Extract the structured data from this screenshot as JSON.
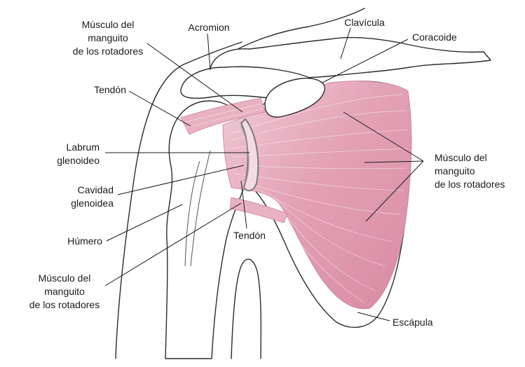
{
  "labels": {
    "rotator_cuff_top": [
      "Músculo del",
      "manguito",
      "de los rotadores"
    ],
    "acromion": "Acromion",
    "clavicle": "Clavícula",
    "coracoid": "Coracoide",
    "tendon_upper": "Tendón",
    "labrum": [
      "Labrum",
      "glenoideo"
    ],
    "glenoid_cavity": [
      "Cavidad",
      "glenoidea"
    ],
    "humerus": "Húmero",
    "rotator_cuff_bottom": [
      "Músculo del",
      "manguito",
      "de los rotadores"
    ],
    "tendon_lower": "Tendón",
    "rotator_cuff_right": [
      "Músculo del",
      "manguito",
      "de los rotadores"
    ],
    "scapula": "Escápula"
  },
  "colors": {
    "muscle": "#e3a2b6",
    "muscle_dark": "#d98aa3",
    "muscle_light": "#f1cdd8",
    "outline": "#2b2b2b"
  }
}
